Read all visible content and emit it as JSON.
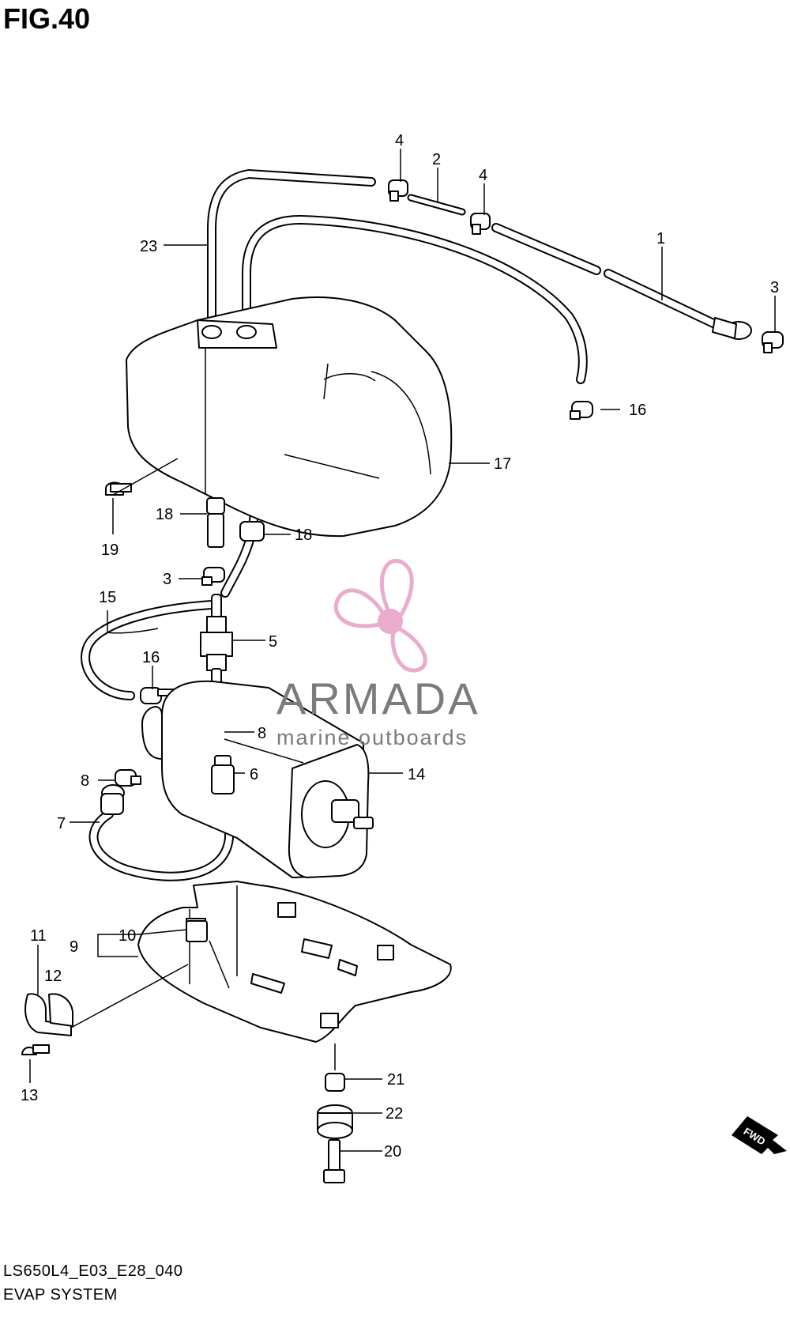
{
  "figure": {
    "title": "FIG.40",
    "model_code": "LS650L4_E03_E28_040",
    "section_name": "EVAP SYSTEM"
  },
  "watermark": {
    "brand": "ARMADA",
    "tagline": "marine outboards",
    "accent_color": "#e8a3c8",
    "text_color": "#7b7b7b"
  },
  "direction_marker": "FWD",
  "callouts": [
    {
      "id": "c1",
      "label": "1"
    },
    {
      "id": "c2",
      "label": "2"
    },
    {
      "id": "c3a",
      "label": "3"
    },
    {
      "id": "c3b",
      "label": "3"
    },
    {
      "id": "c4a",
      "label": "4"
    },
    {
      "id": "c4b",
      "label": "4"
    },
    {
      "id": "c5",
      "label": "5"
    },
    {
      "id": "c6",
      "label": "6"
    },
    {
      "id": "c7",
      "label": "7"
    },
    {
      "id": "c8a",
      "label": "8"
    },
    {
      "id": "c8b",
      "label": "8"
    },
    {
      "id": "c9",
      "label": "9"
    },
    {
      "id": "c10",
      "label": "10"
    },
    {
      "id": "c11",
      "label": "11"
    },
    {
      "id": "c12",
      "label": "12"
    },
    {
      "id": "c13",
      "label": "13"
    },
    {
      "id": "c14",
      "label": "14"
    },
    {
      "id": "c15",
      "label": "15"
    },
    {
      "id": "c16a",
      "label": "16"
    },
    {
      "id": "c16b",
      "label": "16"
    },
    {
      "id": "c17",
      "label": "17"
    },
    {
      "id": "c18a",
      "label": "18"
    },
    {
      "id": "c18b",
      "label": "18"
    },
    {
      "id": "c19",
      "label": "19"
    },
    {
      "id": "c20",
      "label": "20"
    },
    {
      "id": "c21",
      "label": "21"
    },
    {
      "id": "c22",
      "label": "22"
    },
    {
      "id": "c23",
      "label": "23"
    }
  ]
}
